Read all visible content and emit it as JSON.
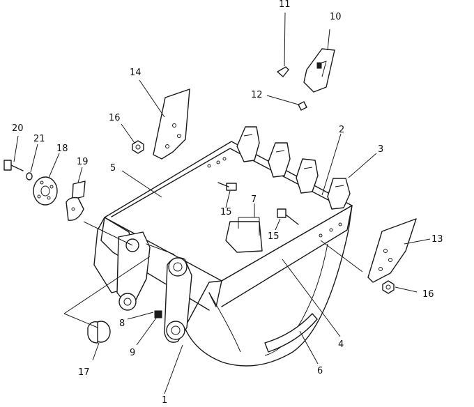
{
  "callouts": {
    "c1": "1",
    "c2": "2",
    "c3": "3",
    "c4": "4",
    "c5": "5",
    "c6": "6",
    "c7": "7",
    "c8": "8",
    "c9": "9",
    "c10": "10",
    "c11": "11",
    "c12": "12",
    "c13": "13",
    "c14": "14",
    "c15a": "15",
    "c15b": "15",
    "c16a": "16",
    "c16b": "16",
    "c17": "17",
    "c18": "18",
    "c19": "19",
    "c20": "20",
    "c21": "21"
  }
}
